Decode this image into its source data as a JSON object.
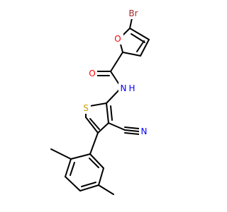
{
  "molecule": {
    "atoms": {
      "br": {
        "label": "Br",
        "color": "#a52a2a"
      },
      "o_furan": {
        "label": "O",
        "color": "#ff0000"
      },
      "o_carbonyl": {
        "label": "O",
        "color": "#ff0000"
      },
      "n_amide": {
        "label": "N",
        "color": "#0000ff"
      },
      "h_amide": {
        "label": "H",
        "color": "#0000ff"
      },
      "s_thiophene": {
        "label": "S",
        "color": "#c8a000"
      },
      "n_nitrile": {
        "label": "N",
        "color": "#0000ff"
      }
    },
    "bond_color": "#000000"
  }
}
